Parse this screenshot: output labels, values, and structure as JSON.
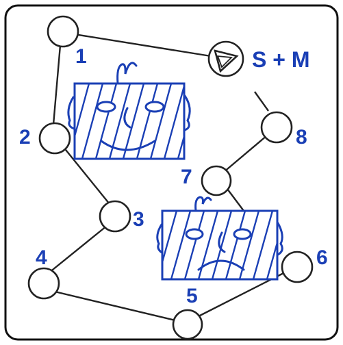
{
  "labels": {
    "n1": "1",
    "n2": "2",
    "n3": "3",
    "n4": "4",
    "n5": "5",
    "n6": "6",
    "n7": "7",
    "n8": "8",
    "title": "S + M"
  },
  "colors": {
    "accent_blue": "#1a3fb5",
    "line": "#222222"
  }
}
